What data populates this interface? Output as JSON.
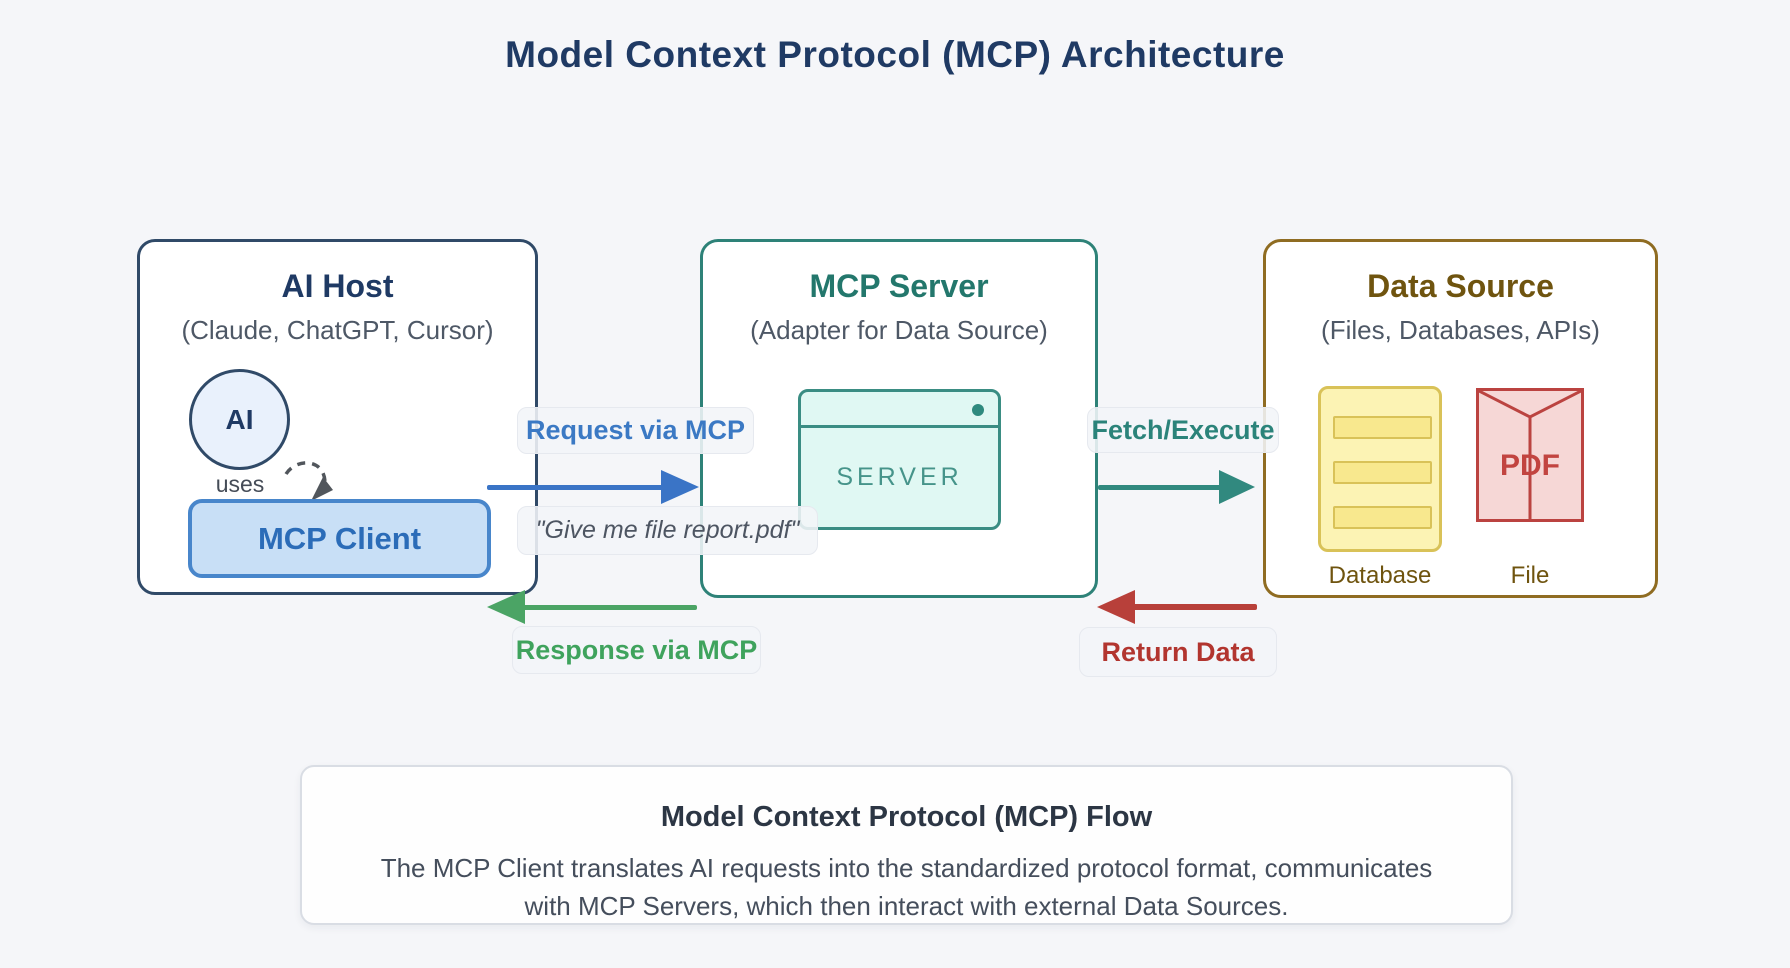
{
  "page": {
    "title": "Model Context Protocol (MCP) Architecture"
  },
  "ai_host": {
    "title": "AI Host",
    "subtitle": "(Claude, ChatGPT, Cursor)",
    "ai_label": "AI",
    "uses_label": "uses",
    "client_label": "MCP Client"
  },
  "mcp_server": {
    "title": "MCP Server",
    "subtitle": "(Adapter for Data Source)",
    "window_label": "SERVER"
  },
  "data_source": {
    "title": "Data Source",
    "subtitle": "(Files, Databases, APIs)",
    "pdf_label": "PDF",
    "database_caption": "Database",
    "file_caption": "File"
  },
  "flows": {
    "request_label": "Request via MCP",
    "request_example": "\"Give me file report.pdf\"",
    "response_label": "Response via MCP",
    "fetch_label": "Fetch/Execute",
    "return_label": "Return Data"
  },
  "footer": {
    "title": "Model Context Protocol (MCP) Flow",
    "description": "The MCP Client translates AI requests into the standardized protocol format, communicates with MCP Servers, which then interact with external Data Sources."
  },
  "colors": {
    "background": "#f5f6f9",
    "navy": "#1f3a64",
    "teal": "#2e8278",
    "brown": "#8f6c22",
    "request_blue": "#3a74c6",
    "response_green": "#4ba465",
    "fetch_teal": "#31897f",
    "return_red": "#b8403a",
    "client_blue_fill": "#c8dff6",
    "db_yellow_fill": "#fcf3b4",
    "pdf_pink_fill": "#f6d7d6"
  }
}
